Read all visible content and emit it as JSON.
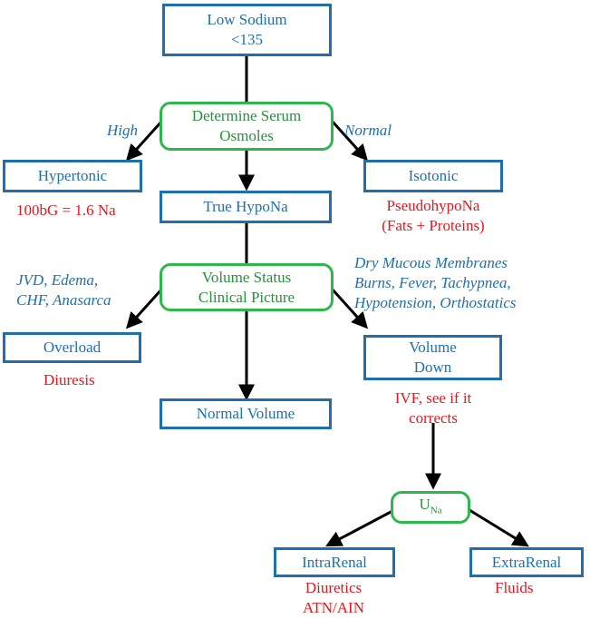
{
  "nodes": {
    "low_sodium": [
      "Low Sodium",
      "<135"
    ],
    "determine_osmoles": [
      "Determine Serum",
      "Osmoles"
    ],
    "hypertonic": "Hypertonic",
    "isotonic": "Isotonic",
    "true_hypona": "True HypoNa",
    "volume_status": [
      "Volume Status",
      "Clinical Picture"
    ],
    "overload": "Overload",
    "volume_down": [
      "Volume",
      "Down"
    ],
    "normal_volume": "Normal Volume",
    "una": {
      "main": "U",
      "sub": "Na"
    },
    "intrarenal": "IntraRenal",
    "extrarenal": "ExtraRenal"
  },
  "labels": {
    "high": "High",
    "normal": "Normal",
    "hypertonic_note": "100bG = 1.6 Na",
    "isotonic_note": [
      "PseudohypoNa",
      "(Fats + Proteins)"
    ],
    "overload_signs": [
      "JVD, Edema,",
      "CHF, Anasarca"
    ],
    "volume_down_signs": [
      "Dry Mucous Membranes",
      "Burns, Fever, Tachypnea,",
      "Hypotension, Orthostatics"
    ],
    "overload_treatment": "Diuresis",
    "volume_down_treatment": [
      "IVF, see if it",
      "corrects"
    ],
    "intrarenal_causes": [
      "Diuretics",
      "ATN/AIN"
    ],
    "extrarenal_causes": "Fluids"
  },
  "colors": {
    "box_blue": "#1f6fae",
    "box_green": "#2db84d",
    "note_red": "#e8161d",
    "arrow": "#000000"
  }
}
